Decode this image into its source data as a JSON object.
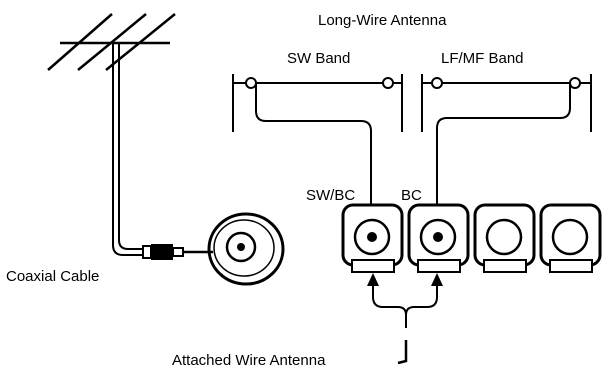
{
  "labels": {
    "long_wire_antenna": "Long-Wire Antenna",
    "sw_band": "SW Band",
    "lf_mf_band": "LF/MF Band",
    "sw_bc": "SW/BC",
    "bc": "BC",
    "coaxial_cable": "Coaxial Cable",
    "attached_wire_antenna": "Attached Wire Antenna"
  },
  "colors": {
    "line": "#000000",
    "background": "#ffffff"
  }
}
